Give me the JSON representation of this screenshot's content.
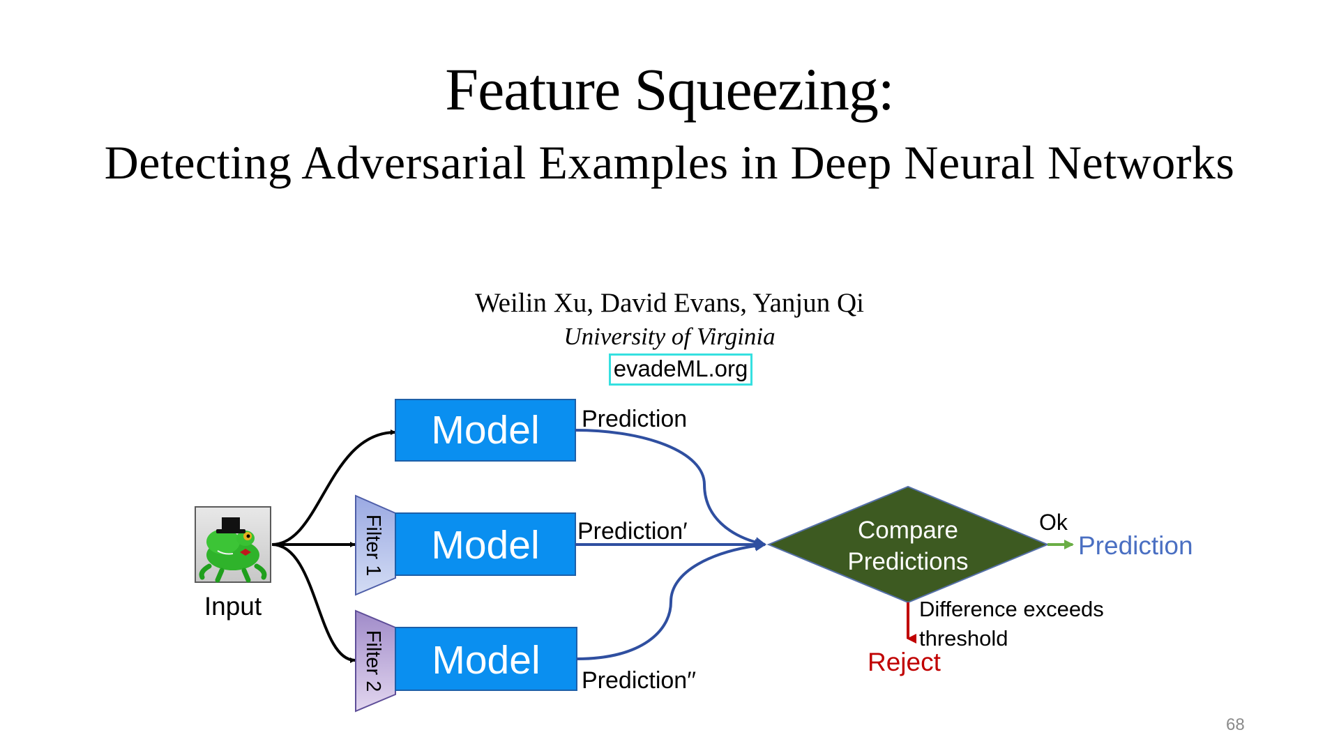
{
  "slide": {
    "title": "Feature Squeezing:",
    "subtitle": "Detecting Adversarial Examples in Deep Neural Networks",
    "authors": "Weilin Xu, David Evans, Yanjun Qi",
    "affiliation": "University of Virginia",
    "website": "evadeML.org",
    "page_number": "68"
  },
  "diagram": {
    "input_label": "Input",
    "model_label": "Model",
    "filter1_label": "Filter 1",
    "filter2_label": "Filter 2",
    "prediction_1": "Prediction",
    "prediction_2": "Prediction′",
    "prediction_3": "Prediction′′",
    "compare_line1": "Compare",
    "compare_line2": "Predictions",
    "ok_label": "Ok",
    "output_prediction": "Prediction",
    "difference_line1": "Difference exceeds",
    "difference_line2": "threshold",
    "reject_label": "Reject"
  },
  "colors": {
    "model_box": "#0a8ff0",
    "compare_diamond": "#3d5a21",
    "flow_arrow": "#2f4fa0",
    "ok_arrow": "#6aae45",
    "output_prediction": "#4a6fc2",
    "reject": "#c00000",
    "website_border": "#35e0e0"
  },
  "icons": [
    "frog-with-top-hat-image"
  ]
}
